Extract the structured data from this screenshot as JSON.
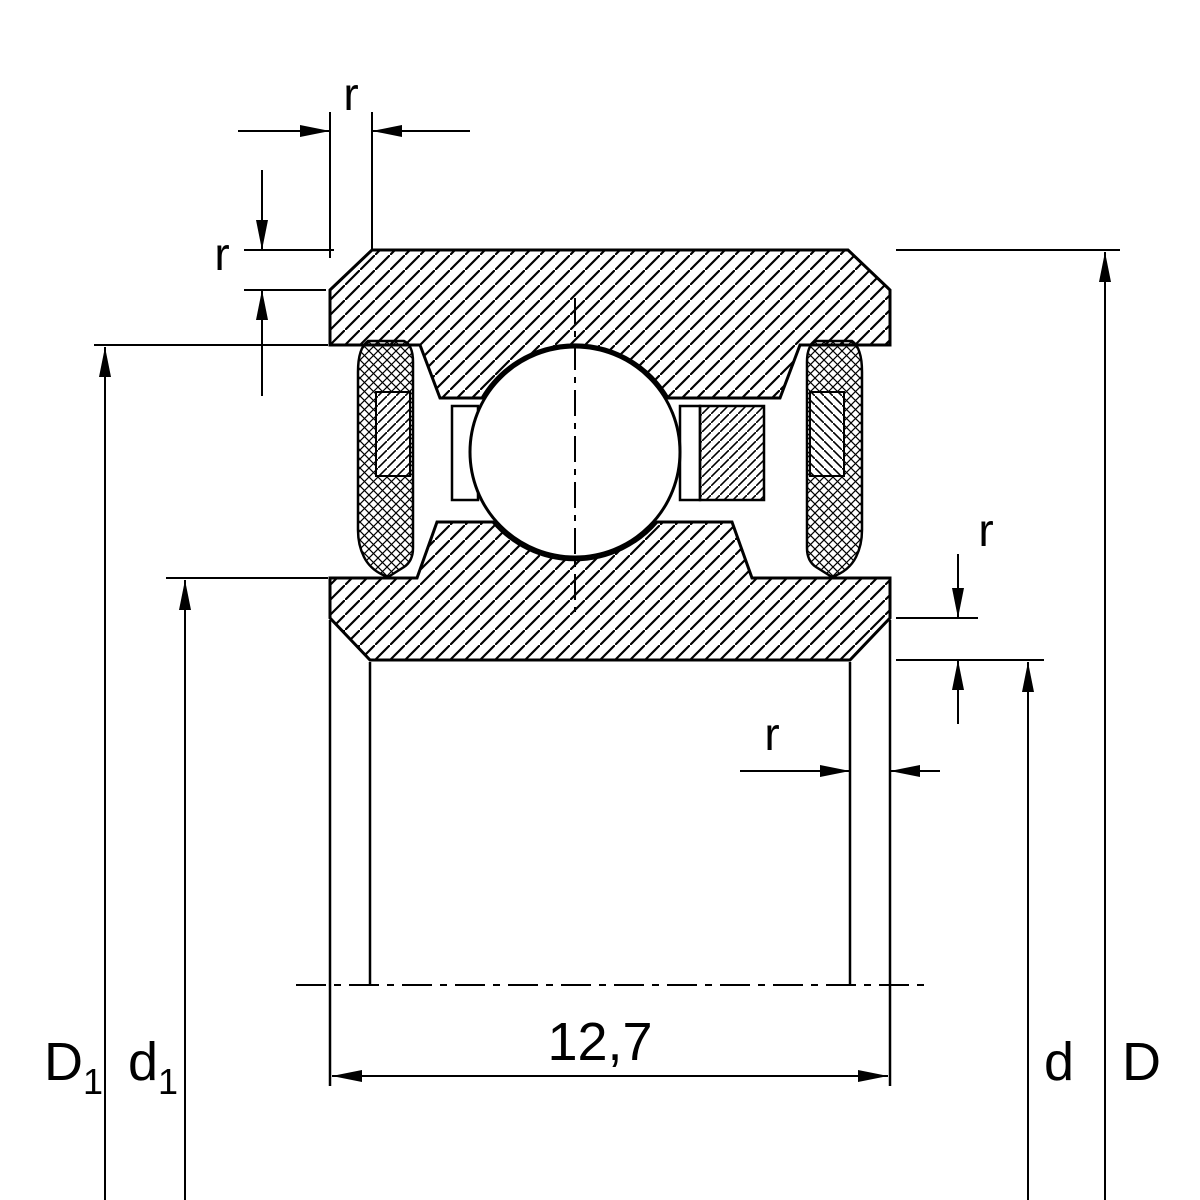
{
  "labels": {
    "r_top": "r",
    "r_left": "r",
    "r_right_vertical": "r",
    "r_right_horizontal": "r",
    "width": "12,7",
    "D1_main": "D",
    "D1_sub": "1",
    "d1_main": "d",
    "d1_sub": "1",
    "d_main": "d",
    "D_main": "D"
  },
  "colors": {
    "ink": "#000000",
    "paper": "#ffffff"
  }
}
